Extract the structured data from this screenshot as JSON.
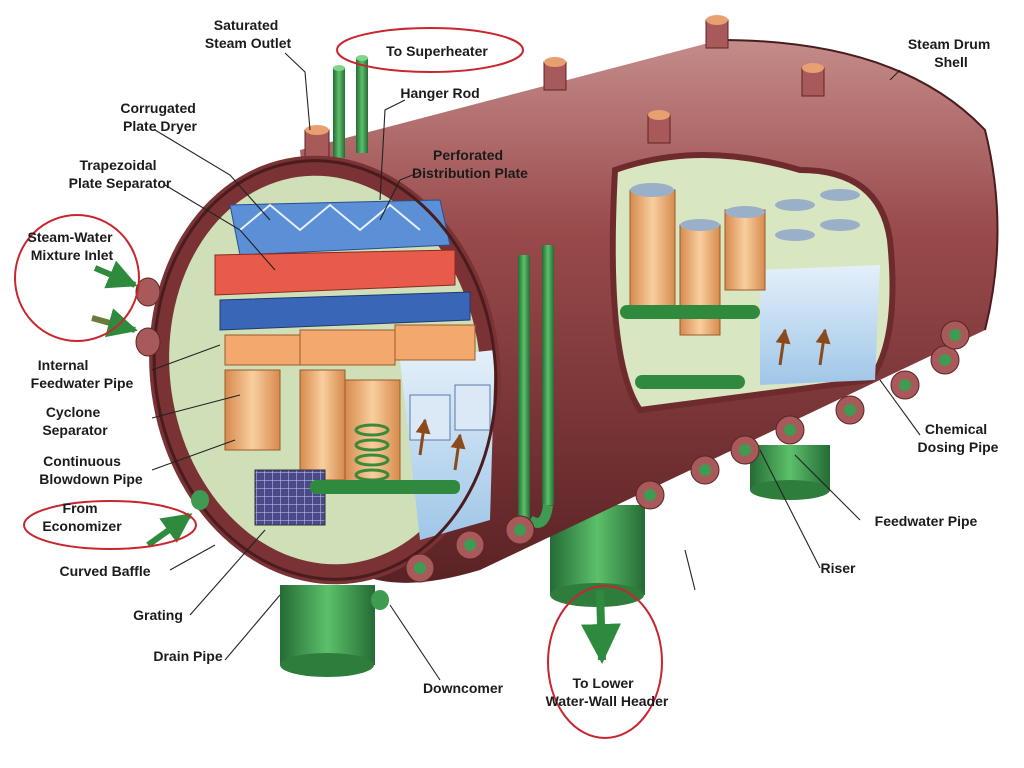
{
  "labels": {
    "saturated_steam_outlet": [
      "Saturated",
      "Steam Outlet"
    ],
    "to_superheater": "To Superheater",
    "steam_drum_shell": [
      "Steam Drum",
      "Shell"
    ],
    "hanger_rod": "Hanger Rod",
    "corrugated_plate_dryer": [
      "Corrugated",
      "Plate Dryer"
    ],
    "trapezoidal_plate_separator": [
      "Trapezoidal",
      "Plate Separator"
    ],
    "perforated_distribution_plate": [
      "Perforated",
      "Distribution Plate"
    ],
    "steam_water_mixture_inlet": [
      "Steam-Water",
      "Mixture Inlet"
    ],
    "internal_feedwater_pipe": [
      "Internal",
      "Feedwater Pipe"
    ],
    "cyclone_separator": [
      "Cyclone",
      "Separator"
    ],
    "continuous_blowdown_pipe": [
      "Continuous",
      "Blowdown Pipe"
    ],
    "from_economizer": [
      "From",
      "Economizer"
    ],
    "curved_baffle": "Curved Baffle",
    "grating": "Grating",
    "drain_pipe": "Drain Pipe",
    "downcomer": "Downcomer",
    "to_lower_water_wall_header": [
      "To Lower",
      "Water-Wall Header"
    ],
    "riser": "Riser",
    "feedwater_pipe": "Feedwater Pipe",
    "chemical_dosing_pipe": [
      "Chemical",
      "Dosing Pipe"
    ]
  },
  "colors": {
    "shell": "#8a3b3d",
    "shell_dark": "#5e2426",
    "shell_light": "#b56b6a",
    "pipe_green": "#3f9a52",
    "pipe_green_dark": "#256b35",
    "interior": "#cfe0b8",
    "separator": "#f0b27a",
    "dryer_blue": "#5b8fd6",
    "highlight_ring": "#c8262e"
  }
}
